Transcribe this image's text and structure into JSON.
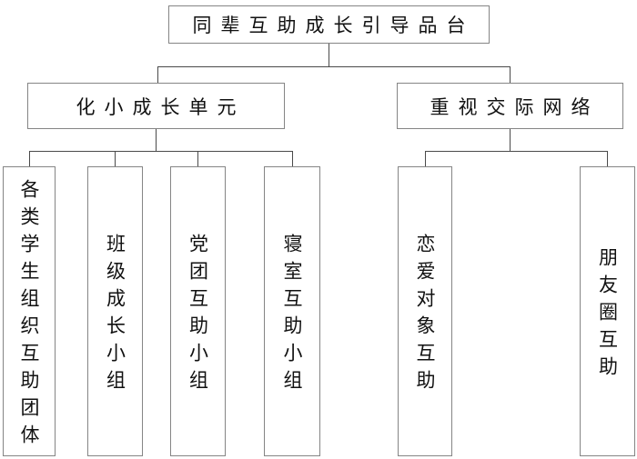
{
  "diagram": {
    "root": {
      "label": "同辈互助成长引导品台"
    },
    "branches": [
      {
        "label": "化小成长单元",
        "children": [
          {
            "label": "各类学生组织互助团体"
          },
          {
            "label": "班级成长小组"
          },
          {
            "label": "党团互助小组"
          },
          {
            "label": "寝室互助小组"
          }
        ]
      },
      {
        "label": "重视交际网络",
        "children": [
          {
            "label": "恋爱对象互助"
          },
          {
            "label": "朋友圈互助"
          }
        ]
      }
    ],
    "colors": {
      "background": "#ffffff",
      "border": "#858585",
      "line": "#4a4a4a",
      "text": "#111111"
    }
  }
}
